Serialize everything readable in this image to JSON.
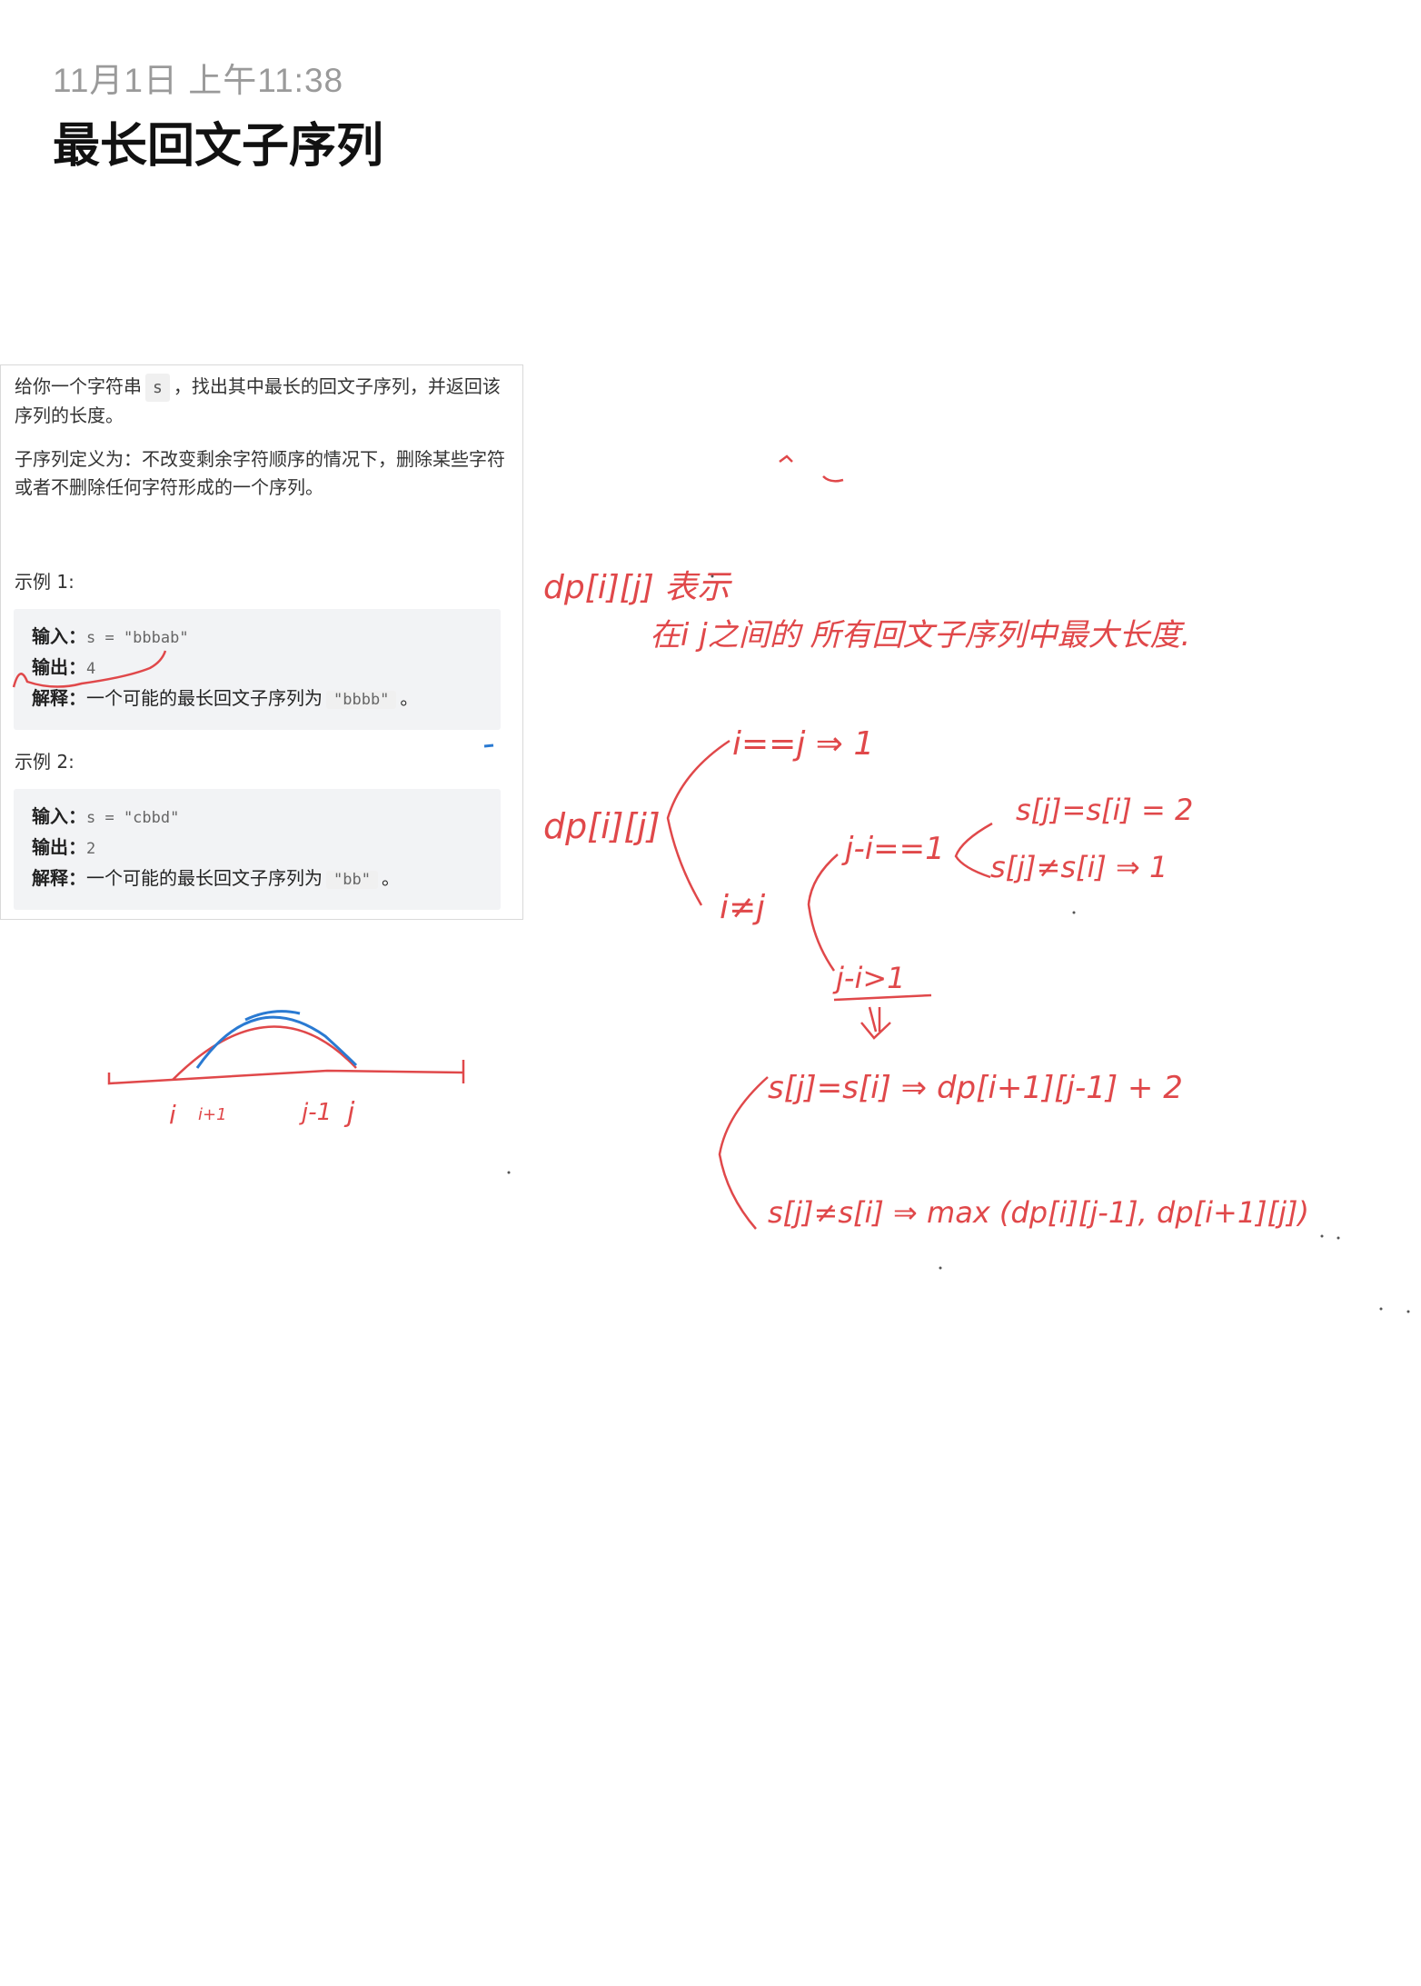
{
  "note": {
    "timestamp": "11月1日 上午11:38",
    "title": "最长回文子序列"
  },
  "problem": {
    "intro_before": "给你一个字符串",
    "intro_code": "s",
    "intro_after": "，找出其中最长的回文子序列，并返回该序列的长度。",
    "definition": "子序列定义为：不改变剩余字符顺序的情况下，删除某些字符或者不删除任何字符形成的一个序列。",
    "examples": [
      {
        "label": "示例 1:",
        "input_label": "输入：",
        "input_value": "s = \"bbbab\"",
        "output_label": "输出：",
        "output_value": "4",
        "explain_label": "解释：",
        "explain_text": "一个可能的最长回文子序列为",
        "explain_code": "\"bbbb\"",
        "explain_end": "。"
      },
      {
        "label": "示例 2:",
        "input_label": "输入：",
        "input_value": "s = \"cbbd\"",
        "output_label": "输出：",
        "output_value": "2",
        "explain_label": "解释：",
        "explain_text": "一个可能的最长回文子序列为",
        "explain_code": "\"bb\"",
        "explain_end": "。"
      }
    ]
  },
  "handwriting": {
    "line1": "dp[i][j] 表示",
    "line2": "在i j之间的 所有回文子序列中最大长度.",
    "root": "dp[i][j]",
    "branch_eq": "i==j ⇒ 1",
    "branch_ne": "i≠j",
    "diff_one": "j-i==1",
    "case_a": "s[j]=s[i] = 2",
    "case_b": "s[j]≠s[i] ⇒ 1",
    "diff_gt": "j-i>1",
    "case_c": "s[j]=s[i] ⇒ dp[i+1][j-1] + 2",
    "case_d": "s[j]≠s[i] ⇒ max (dp[i][j-1], dp[i+1][j])",
    "tick_i": "i",
    "tick_i1": "i+1",
    "tick_j1": "j-1",
    "tick_j": "j"
  },
  "colors": {
    "ink_red": "#e0484a",
    "ink_blue": "#2a7ad2",
    "example_bg": "#f2f3f5"
  }
}
